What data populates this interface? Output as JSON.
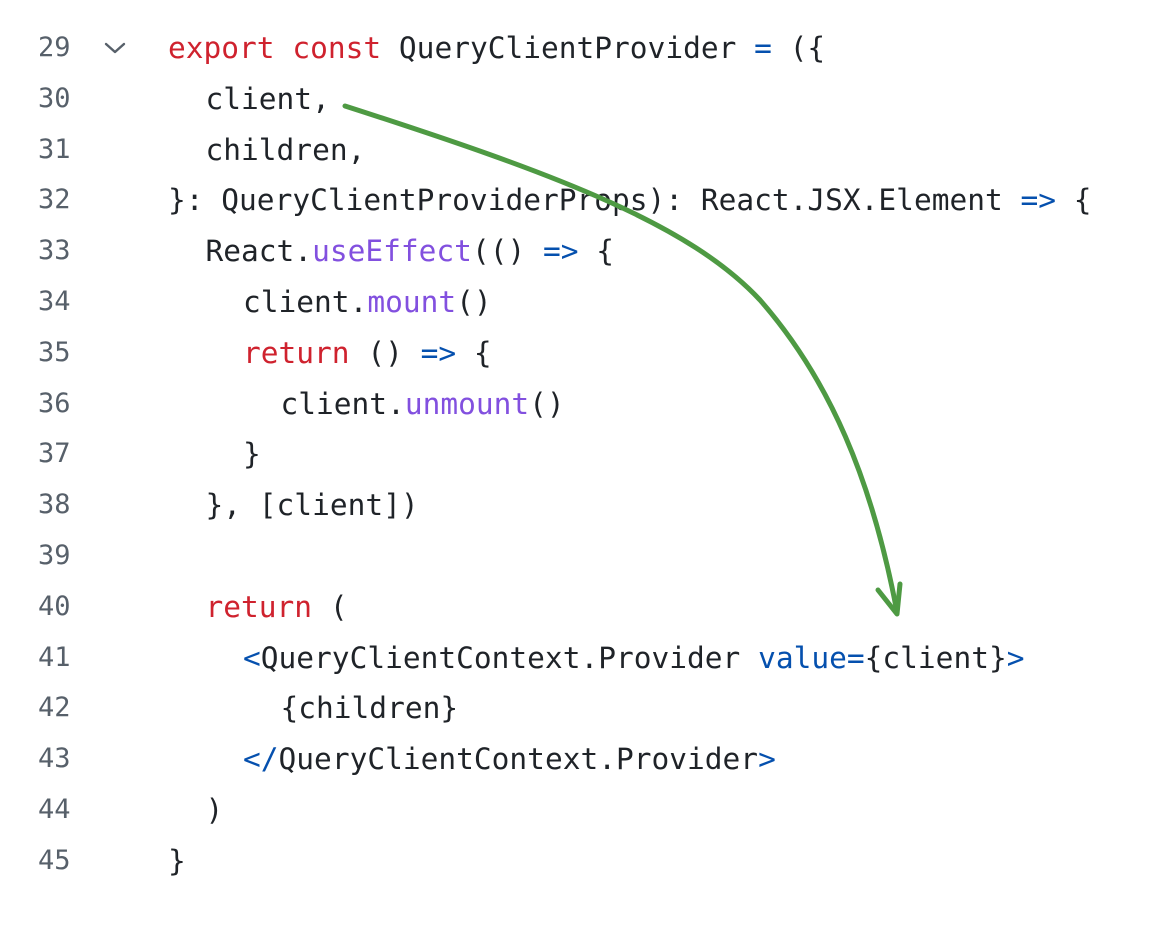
{
  "colors": {
    "line_number": "#57606a",
    "plain": "#1f2328",
    "keyword": "#cf222e",
    "function": "#8250df",
    "operator": "#0550ae",
    "annotation_arrow": "#4e9a43"
  },
  "icons": {
    "fold": "chevron-down-icon"
  },
  "lines": [
    {
      "num": "29",
      "foldable": true,
      "indent": 0,
      "tokens": [
        {
          "t": "export",
          "c": "kw"
        },
        {
          "t": " ",
          "c": "tx"
        },
        {
          "t": "const",
          "c": "kw"
        },
        {
          "t": " QueryClientProvider ",
          "c": "tx"
        },
        {
          "t": "=",
          "c": "op"
        },
        {
          "t": " ({",
          "c": "tx"
        }
      ]
    },
    {
      "num": "30",
      "indent": 1,
      "tokens": [
        {
          "t": "client,",
          "c": "tx"
        }
      ]
    },
    {
      "num": "31",
      "indent": 1,
      "tokens": [
        {
          "t": "children,",
          "c": "tx"
        }
      ]
    },
    {
      "num": "32",
      "indent": 0,
      "tokens": [
        {
          "t": "}: QueryClientProviderProps): React.JSX.Element ",
          "c": "tx"
        },
        {
          "t": "=>",
          "c": "op"
        },
        {
          "t": " {",
          "c": "tx"
        }
      ]
    },
    {
      "num": "33",
      "indent": 1,
      "tokens": [
        {
          "t": "React.",
          "c": "tx"
        },
        {
          "t": "useEffect",
          "c": "fn"
        },
        {
          "t": "(() ",
          "c": "tx"
        },
        {
          "t": "=>",
          "c": "op"
        },
        {
          "t": " {",
          "c": "tx"
        }
      ]
    },
    {
      "num": "34",
      "indent": 2,
      "tokens": [
        {
          "t": "client.",
          "c": "tx"
        },
        {
          "t": "mount",
          "c": "fn"
        },
        {
          "t": "()",
          "c": "tx"
        }
      ]
    },
    {
      "num": "35",
      "indent": 2,
      "tokens": [
        {
          "t": "return",
          "c": "kw"
        },
        {
          "t": " () ",
          "c": "tx"
        },
        {
          "t": "=>",
          "c": "op"
        },
        {
          "t": " {",
          "c": "tx"
        }
      ]
    },
    {
      "num": "36",
      "indent": 3,
      "tokens": [
        {
          "t": "client.",
          "c": "tx"
        },
        {
          "t": "unmount",
          "c": "fn"
        },
        {
          "t": "()",
          "c": "tx"
        }
      ]
    },
    {
      "num": "37",
      "indent": 2,
      "tokens": [
        {
          "t": "}",
          "c": "tx"
        }
      ]
    },
    {
      "num": "38",
      "indent": 1,
      "tokens": [
        {
          "t": "}, [client])",
          "c": "tx"
        }
      ]
    },
    {
      "num": "39",
      "indent": 0,
      "tokens": []
    },
    {
      "num": "40",
      "indent": 1,
      "tokens": [
        {
          "t": "return",
          "c": "kw"
        },
        {
          "t": " (",
          "c": "tx"
        }
      ]
    },
    {
      "num": "41",
      "indent": 2,
      "tokens": [
        {
          "t": "<",
          "c": "op"
        },
        {
          "t": "QueryClientContext.Provider ",
          "c": "tx"
        },
        {
          "t": "value=",
          "c": "op"
        },
        {
          "t": "{client}",
          "c": "tx"
        },
        {
          "t": ">",
          "c": "op"
        }
      ]
    },
    {
      "num": "42",
      "indent": 3,
      "tokens": [
        {
          "t": "{children}",
          "c": "tx"
        }
      ]
    },
    {
      "num": "43",
      "indent": 2,
      "tokens": [
        {
          "t": "</",
          "c": "op"
        },
        {
          "t": "QueryClientContext.Provider",
          "c": "tx"
        },
        {
          "t": ">",
          "c": "op"
        }
      ]
    },
    {
      "num": "44",
      "indent": 1,
      "tokens": [
        {
          "t": ")",
          "c": "tx"
        }
      ]
    },
    {
      "num": "45",
      "indent": 0,
      "tokens": [
        {
          "t": "}",
          "c": "tx"
        }
      ]
    }
  ]
}
